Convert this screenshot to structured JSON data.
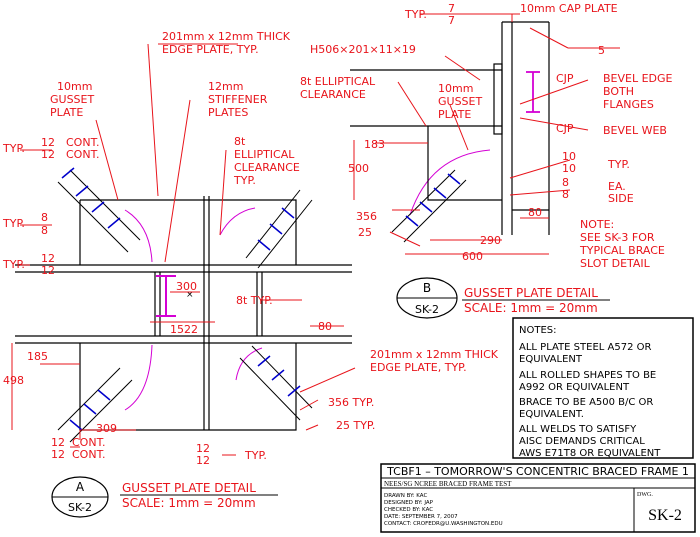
{
  "colors": {
    "dim": "#e8141b",
    "ink": "#000000",
    "clear": "#d400d4",
    "brace": "#0000cc",
    "paper": "#ffffff"
  },
  "detail_a": {
    "labels": {
      "edge_plate": "201mm x 12mm THICK",
      "edge_plate_2": "EDGE PLATE, TYP.",
      "gusset_1": "10mm",
      "gusset_2": "GUSSET",
      "gusset_3": "PLATE",
      "stiff_1": "12mm",
      "stiff_2": "STIFFENER",
      "stiff_3": "PLATES",
      "ellip_1": "8t",
      "ellip_2": "ELLIPTICAL",
      "ellip_3": "CLEARANCE",
      "ellip_4": "TYP.",
      "typ_1": "TYP.",
      "cont_1": "CONT.",
      "cont_2": "CONT.",
      "weld_12a": "12",
      "weld_12b": "12",
      "typ_2": "TYP.",
      "weld_8a": "8",
      "weld_8b": "8",
      "typ_3": "TYP.",
      "weld_12c": "12",
      "weld_12d": "12",
      "dim_300": "300",
      "dim_8t": "8t TYP.",
      "dim_1522": "1522",
      "dim_80": "80",
      "dim_185": "185",
      "dim_498": "498",
      "dim_309": "309",
      "edge_plate_b": "201mm x 12mm THICK",
      "edge_plate_b2": "EDGE PLATE, TYP.",
      "dim_356": "356 TYP.",
      "dim_25": "25 TYP.",
      "weld_12e": "12",
      "weld_12f": "12",
      "cont_3": "CONT.",
      "cont_4": "CONT.",
      "weld_12g": "12",
      "weld_12h": "12",
      "typ_4": "TYP."
    },
    "bubble_letter": "A",
    "bubble_sheet": "SK-2",
    "title": "GUSSET PLATE DETAIL",
    "scale": "SCALE: 1mm = 20mm"
  },
  "detail_b": {
    "labels": {
      "typ": "TYP.",
      "w7a": "7",
      "w7b": "7",
      "cap": "10mm CAP PLATE",
      "section": "H506×201×11×19",
      "w5": "5",
      "ellip_1": "8t ELLIPTICAL",
      "ellip_2": "CLEARANCE",
      "gusset_1": "10mm",
      "gusset_2": "GUSSET",
      "gusset_3": "PLATE",
      "cjp_1": "CJP",
      "bevel_1": "BEVEL EDGE",
      "bevel_2": "BOTH",
      "bevel_3": "FLANGES",
      "cjp_2": "CJP",
      "bevel_web": "BEVEL WEB",
      "dim_183": "183",
      "dim_500": "500",
      "w10a": "10",
      "w10b": "10",
      "typ2": "TYP.",
      "w8a": "8",
      "w8b": "8",
      "ea": "EA.",
      "side": "SIDE",
      "dim_356": "356",
      "dim_80": "80",
      "dim_25": "25",
      "dim_290": "290",
      "dim_600": "600",
      "note_1": "NOTE:",
      "note_2": "SEE SK-3 FOR",
      "note_3": "TYPICAL BRACE",
      "note_4": "SLOT DETAIL"
    },
    "bubble_letter": "B",
    "bubble_sheet": "SK-2",
    "title": "GUSSET PLATE DETAIL",
    "scale": "SCALE: 1mm = 20mm"
  },
  "notes": {
    "heading": "NOTES:",
    "n1a": "ALL PLATE STEEL A572 OR",
    "n1b": "EQUIVALENT",
    "n2a": "ALL ROLLED SHAPES TO BE",
    "n2b": "A992 OR EQUIVALENT",
    "n3a": "BRACE TO BE A500 B/C OR",
    "n3b": "EQUIVALENT.",
    "n4a": "ALL WELDS TO SATISFY",
    "n4b": "AISC DEMANDS CRITICAL",
    "n4c": "AWS E71T8 OR EQUIVALENT"
  },
  "title_block": {
    "project": "TCBF1 – TOMORROW'S CONCENTRIC BRACED FRAME 1",
    "subtitle": "NEES/SG NCREE BRACED FRAME TEST",
    "drawn": "DRAWN BY: KAC",
    "designed": "DESIGNED BY: JAP",
    "checked": "CHECKED BY: KAC",
    "date": "DATE: SEPTEMBER 7, 2007",
    "contact": "CONTACT: CROFEDR@U.WASHINGTON.EDU",
    "dwg_label": "DWG.",
    "dwg_no": "SK-2"
  }
}
